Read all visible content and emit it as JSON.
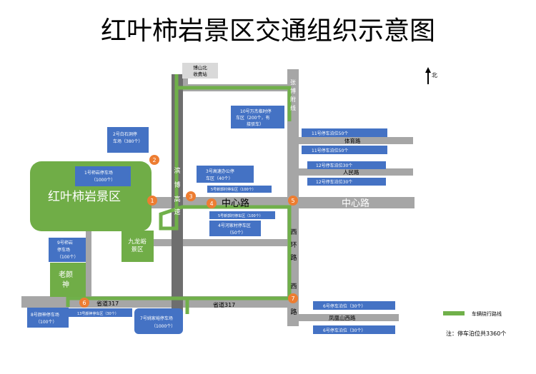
{
  "title": "红叶柿岩景区交通组织示意图",
  "north_label": "北",
  "scenic_area": "红叶柿岩景区",
  "jiulongyu": "九龙峪\n景区",
  "laoyanshen": "老颜\n神",
  "toll_station": "博山北\n收费站",
  "roads": {
    "zhongxin_left": "中心路",
    "zhongxin_right": "中心路",
    "bintong": "滨博高速",
    "xihuan": "西环路",
    "xihuan2": "西路",
    "sheng317_left": "省道317",
    "sheng317_right": "省道317",
    "zhangbo": "张博附线",
    "tiyu": "体育路",
    "renmin": "人民路",
    "fenghuangshan": "凤凰山西路"
  },
  "parking": [
    {
      "id": "p1",
      "text": "1号柿岩停车场（1000个）"
    },
    {
      "id": "p2",
      "text": "2号白石洞停车场（380个）"
    },
    {
      "id": "p3",
      "text": "3号高速办公停车区（40个）"
    },
    {
      "id": "p5",
      "text": "5号新郭村停车区（100个）"
    },
    {
      "id": "p4",
      "text": "4号河家村停车区（50个）"
    },
    {
      "id": "p9",
      "text": "9号柿岩停车场（100个）"
    },
    {
      "id": "p10",
      "text": "10号万杰临时停车区（200个，有接驳车）"
    },
    {
      "id": "p11a",
      "text": "11号停车泊位50个"
    },
    {
      "id": "p11b",
      "text": "11号停车泊位50个"
    },
    {
      "id": "p12a",
      "text": "12号停车泊位30个"
    },
    {
      "id": "p12b",
      "text": "12号停车泊位30个"
    },
    {
      "id": "p8",
      "text": "8号颜神停车场（100个）"
    },
    {
      "id": "p13",
      "text": "13号颜神停车区（30个）"
    },
    {
      "id": "p7",
      "text": "7号姚家峪停车场（1000个）"
    },
    {
      "id": "p6a",
      "text": "6号停车泊位（30个）"
    },
    {
      "id": "p6b",
      "text": "6号停车泊位（30个）"
    },
    {
      "id": "p5b",
      "text": "5号新郭村停车区（100个）"
    }
  ],
  "nodes": [
    "1",
    "2",
    "3",
    "4",
    "5",
    "6",
    "7"
  ],
  "legend": {
    "route": "车辆绕行路线"
  },
  "note": "注：停车泊位共3360个",
  "colors": {
    "green": "#70b04a",
    "road": "#a6a6a6",
    "darkroad": "#6e6e6e",
    "blue": "#4472c4",
    "orange": "#ed7d31"
  }
}
